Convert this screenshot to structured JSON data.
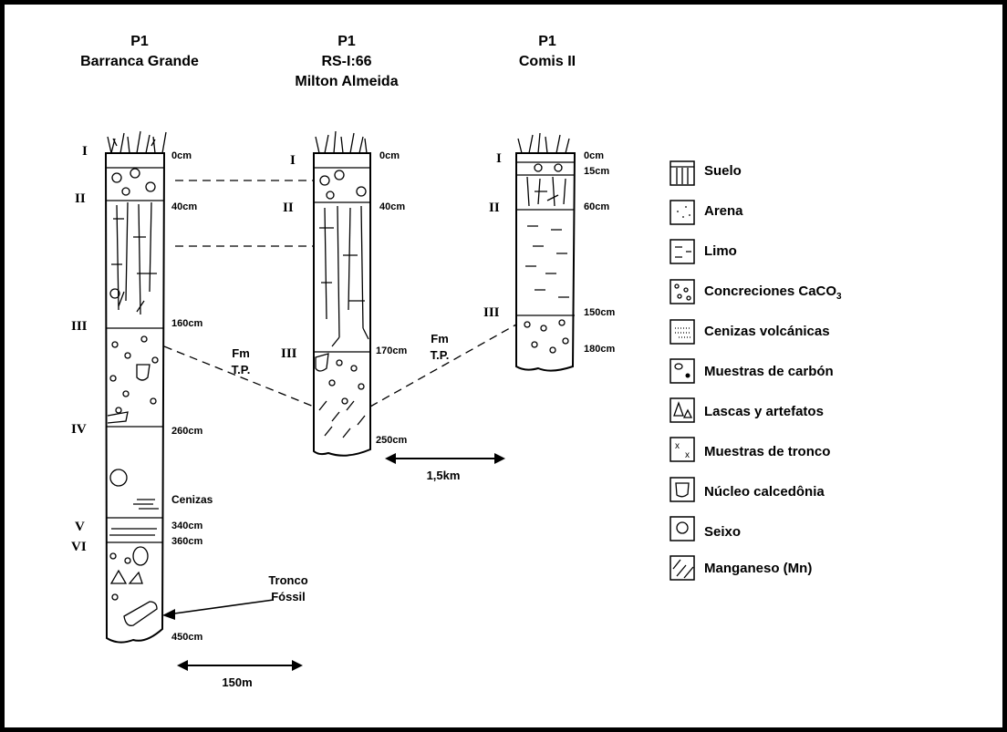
{
  "profiles": [
    {
      "id": "barranca",
      "title_lines": [
        "P1",
        "Barranca Grande"
      ],
      "layers": [
        "I",
        "II",
        "III",
        "IV",
        "V",
        "VI"
      ],
      "depths": [
        "0cm",
        "40cm",
        "160cm",
        "260cm",
        "340cm",
        "360cm",
        "450cm"
      ],
      "annotations": [
        "Cenizas"
      ]
    },
    {
      "id": "rs",
      "title_lines": [
        "P1",
        "RS-I:66",
        "Milton Almeida"
      ],
      "layers": [
        "I",
        "II",
        "III"
      ],
      "depths": [
        "0cm",
        "40cm",
        "170cm",
        "250cm"
      ]
    },
    {
      "id": "comis",
      "title_lines": [
        "P1",
        "Comis II"
      ],
      "layers": [
        "I",
        "II",
        "III"
      ],
      "depths": [
        "0cm",
        "15cm",
        "60cm",
        "150cm",
        "180cm"
      ]
    }
  ],
  "correlation_labels": [
    {
      "lines": [
        "Fm",
        "T.P."
      ]
    },
    {
      "lines": [
        "Fm",
        "T.P."
      ]
    }
  ],
  "tronco_label": [
    "Tronco",
    "Fóssil"
  ],
  "scales": [
    "150m",
    "1,5km"
  ],
  "legend": [
    {
      "label": "Suelo",
      "icon": "suelo-icon"
    },
    {
      "label": "Arena",
      "icon": "arena-icon"
    },
    {
      "label": "Limo",
      "icon": "limo-icon"
    },
    {
      "label": "Concreciones CaCO",
      "sub": "3",
      "icon": "concreciones-icon"
    },
    {
      "label": "Cenizas volcánicas",
      "icon": "cenizas-icon"
    },
    {
      "label": "Muestras de carbón",
      "icon": "carbon-icon"
    },
    {
      "label": "Lascas y artefatos",
      "icon": "lascas-icon"
    },
    {
      "label": "Muestras de tronco",
      "icon": "tronco-icon"
    },
    {
      "label": "Núcleo calcedônia",
      "icon": "nucleo-icon"
    },
    {
      "label": "Seixo",
      "icon": "seixo-icon"
    },
    {
      "label": "Manganeso (Mn)",
      "icon": "manganeso-icon"
    }
  ]
}
